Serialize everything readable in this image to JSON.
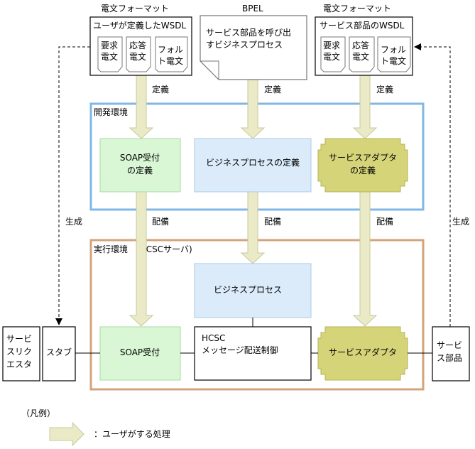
{
  "top": {
    "left_header": "電文フォーマット",
    "bpel_header": "BPEL",
    "right_header": "電文フォーマット",
    "left_wsdl": "ユーザが定義したWSDL",
    "right_wsdl": "サービス部品のWSDL",
    "bpel_line1": "サービス部品を呼び出",
    "bpel_line2": "すビジネスプロセス",
    "req_line1": "要求",
    "req_line2": "電文",
    "resp_line1": "応答",
    "resp_line2": "電文",
    "fault_left_line1": "フォル",
    "fault_left_line2": "ト電文",
    "fault_right_line1": "フォル",
    "fault_right_line2": "ト電文"
  },
  "arrows": {
    "define": "定義",
    "deploy": "配備",
    "generate": "生成"
  },
  "dev": {
    "label": "開発環境",
    "soap_line1": "SOAP受付",
    "soap_line2": "の定義",
    "bp_def": "ビジネスプロセスの定義",
    "adapter_line1": "サービスアダプタ",
    "adapter_line2": "の定義"
  },
  "runtime": {
    "label": "実行環境　(HCSCサーバ)",
    "bp": "ビジネスプロセス",
    "soap": "SOAP受付",
    "hcsc_line1": "HCSC",
    "hcsc_line2": "メッセージ配送制御",
    "adapter": "サービスアダプタ"
  },
  "outside": {
    "requester_line1": "サービ",
    "requester_line2": "スリク",
    "requester_line3": "エスタ",
    "stub": "スタブ",
    "component_line1": "サービ",
    "component_line2": "ス部品"
  },
  "legend": {
    "title": "（凡例）",
    "desc": "：ユーザがする処理"
  },
  "colors": {
    "dev_border": "#7fb7e6",
    "runtime_border": "#d4a37a",
    "arrow_fill": "#eaeac7",
    "green_box": "#d9f6d5",
    "blue_box": "#dcebfa",
    "olive_box": "#d6d479"
  }
}
